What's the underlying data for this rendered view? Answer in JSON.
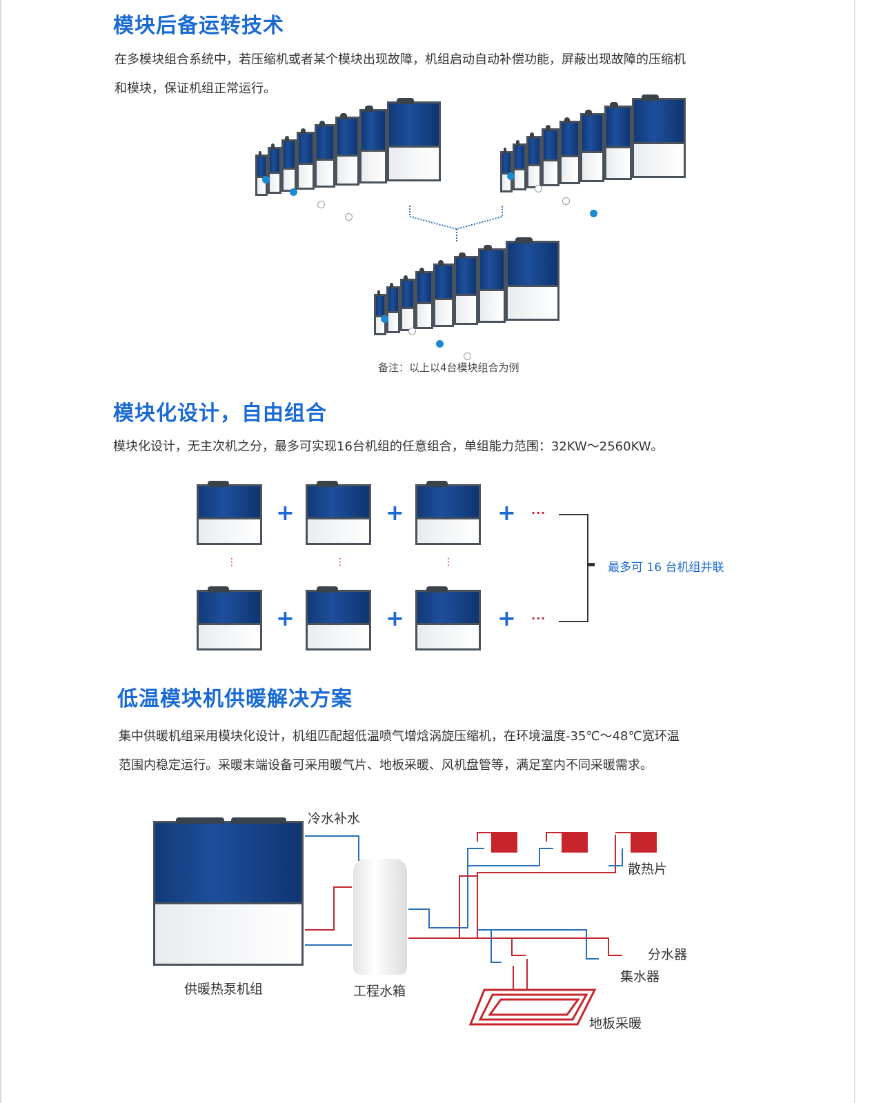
{
  "section1": {
    "title": "模块后备运转技术",
    "para": [
      "在多模块组合系统中，若压缩机或者某个模块出现故障，机组启动自动补偿功能，屏蔽出现故障的压缩机",
      "和模块，保证机组正常运行。"
    ],
    "note": "备注：以上以4台模块组合为例"
  },
  "section2": {
    "title": "模块化设计，自由组合",
    "para": "模块化设计，无主次机之分，最多可实现16台机组的任意组合，单组能力范围：32KW～2560KW。",
    "plus": "+",
    "ellipsis": "···",
    "vellipsis": "⋮",
    "bracket_label": "最多可 16 台机组并联"
  },
  "section3": {
    "title": "低温模块机供暖解决方案",
    "para": [
      "集中供暖机组采用模块化设计，机组匹配超低温喷气增焓涡旋压缩机，在环境温度-35℃～48℃宽环温",
      "范围内稳定运行。采暖末端设备可采用暖气片、地板采暖、风机盘管等，满足室内不同采暖需求。"
    ],
    "labels": {
      "cold_water": "冷水补水",
      "radiator": "散热片",
      "distributor": "分水器",
      "collector": "集水器",
      "floor": "地板采暖",
      "heat_pump": "供暖热泵机组",
      "tank": "工程水箱"
    }
  },
  "colors": {
    "accent": "#1a6ad4",
    "red": "#c8242c",
    "pipe_blue": "#2a6fb8"
  }
}
